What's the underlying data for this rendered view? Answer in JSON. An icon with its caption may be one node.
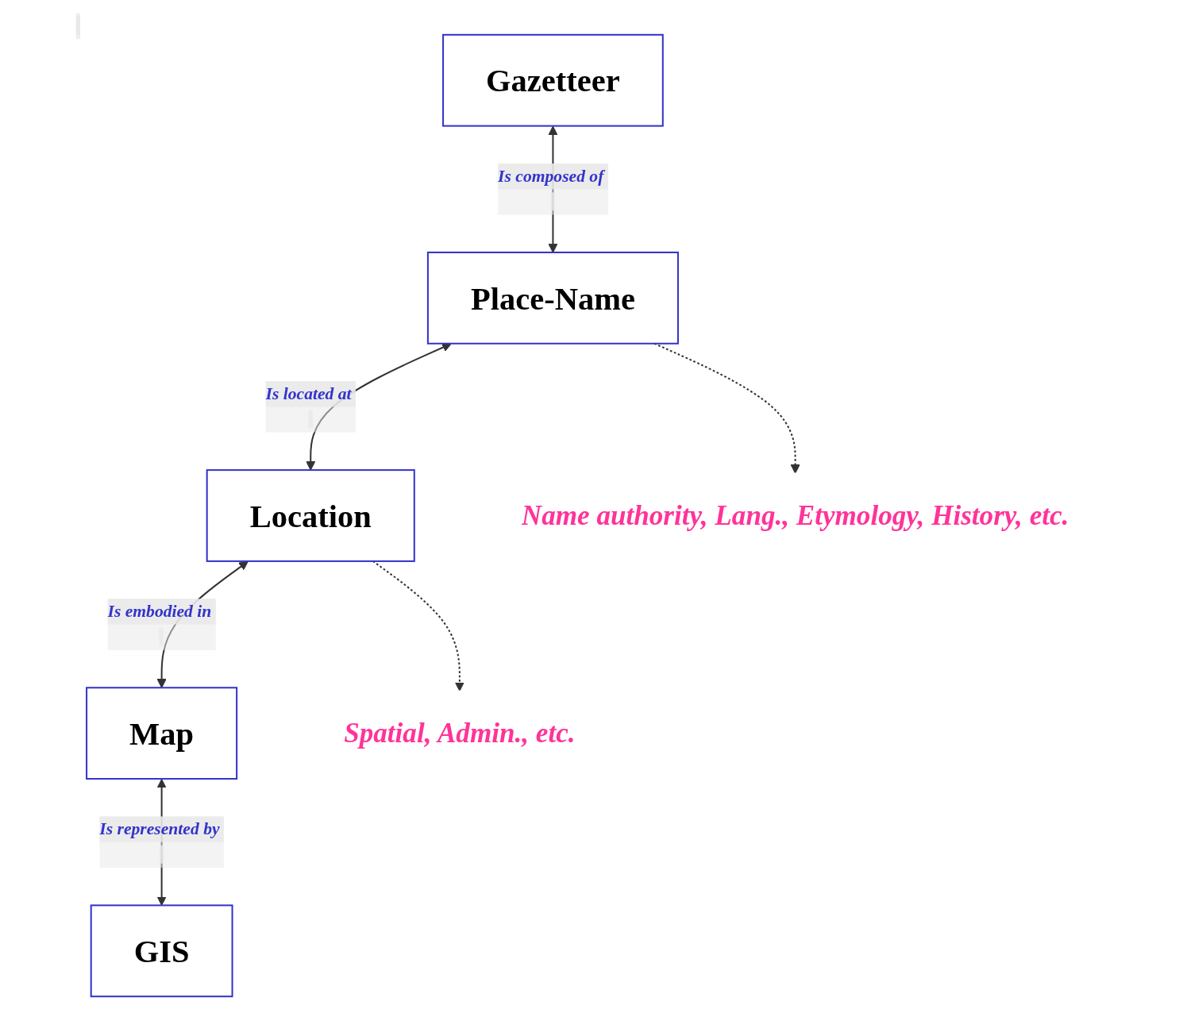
{
  "diagram": {
    "nodes": [
      {
        "text": [
          "Gazetteer"
        ]
      },
      {
        "text": [
          "Place-Name"
        ]
      },
      {
        "text": [
          "Location"
        ]
      },
      {
        "text": [
          "Map"
        ]
      },
      {
        "text": [
          "GIS"
        ]
      },
      {
        "text": [
          "Name authority, Lang., Etymology, History, etc."
        ]
      },
      {
        "text": [
          "Spatial, Admin., etc."
        ]
      }
    ],
    "edges": [
      {
        "from": 0,
        "to": 1,
        "arrow": "both",
        "label": "Is composed of"
      },
      {
        "from": 1,
        "to": 2,
        "arrow": "both",
        "label": "Is located at"
      },
      {
        "from": 2,
        "to": 3,
        "arrow": "both",
        "label": "Is embodied in"
      },
      {
        "from": 3,
        "to": 4,
        "arrow": "both",
        "label": "Is represented by"
      },
      {
        "from": 1,
        "to": 5,
        "arrow": "to",
        "style": "dashed"
      },
      {
        "from": 2,
        "to": 6,
        "arrow": "to",
        "style": "dashed"
      }
    ]
  }
}
